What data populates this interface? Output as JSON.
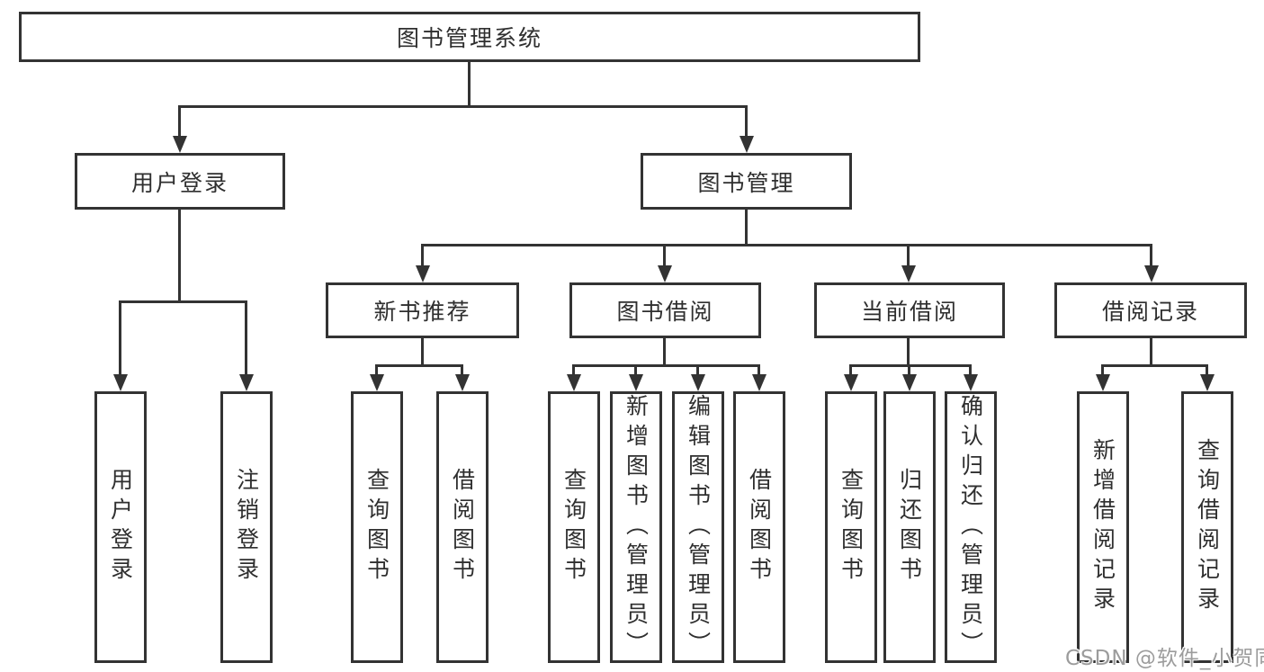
{
  "tree": {
    "root": {
      "label": "图书管理系统",
      "children": [
        {
          "label": "用户登录",
          "children": [
            {
              "label": "用户登录"
            },
            {
              "label": "注销登录"
            }
          ]
        },
        {
          "label": "图书管理",
          "children": [
            {
              "label": "新书推荐",
              "children": [
                {
                  "label": "查询图书"
                },
                {
                  "label": "借阅图书"
                }
              ]
            },
            {
              "label": "图书借阅",
              "children": [
                {
                  "label": "查询图书"
                },
                {
                  "label": "新增图书（管理员）"
                },
                {
                  "label": "编辑图书（管理员）"
                },
                {
                  "label": "借阅图书"
                }
              ]
            },
            {
              "label": "当前借阅",
              "children": [
                {
                  "label": "查询图书"
                },
                {
                  "label": "归还图书"
                },
                {
                  "label": "确认归还（管理员）"
                }
              ]
            },
            {
              "label": "借阅记录",
              "children": [
                {
                  "label": "新增借阅记录"
                },
                {
                  "label": "查询借阅记录"
                }
              ]
            }
          ]
        }
      ]
    }
  },
  "watermark": {
    "text": "CSDN @软件_小贺同学"
  },
  "colors": {
    "line": "#333333",
    "box_background": "#ffffff",
    "text": "#2f2f2f",
    "watermark": "#9c9c9c"
  }
}
